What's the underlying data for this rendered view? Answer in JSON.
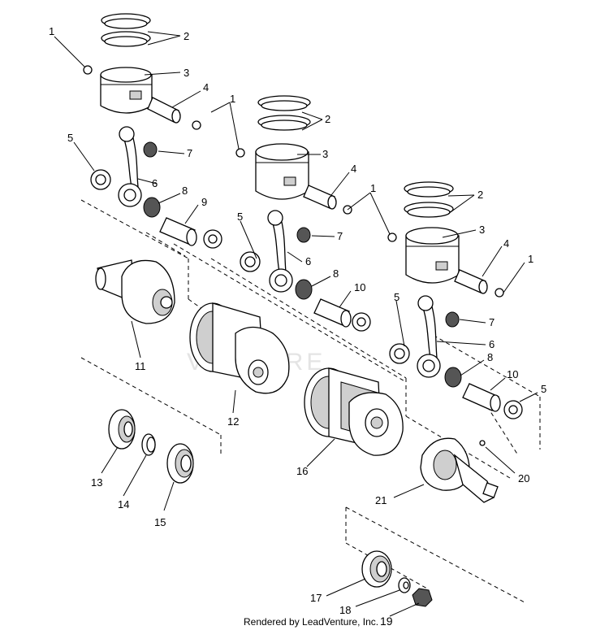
{
  "diagram": {
    "callouts": [
      "1",
      "2",
      "3",
      "4",
      "5",
      "6",
      "7",
      "8",
      "9",
      "10",
      "11",
      "12",
      "13",
      "14",
      "15",
      "16",
      "17",
      "18",
      "19",
      "20",
      "21"
    ],
    "watermark": "VENTURE",
    "credit": {
      "text": "Rendered by LeadVenture, Inc.",
      "page_number": "19"
    }
  }
}
